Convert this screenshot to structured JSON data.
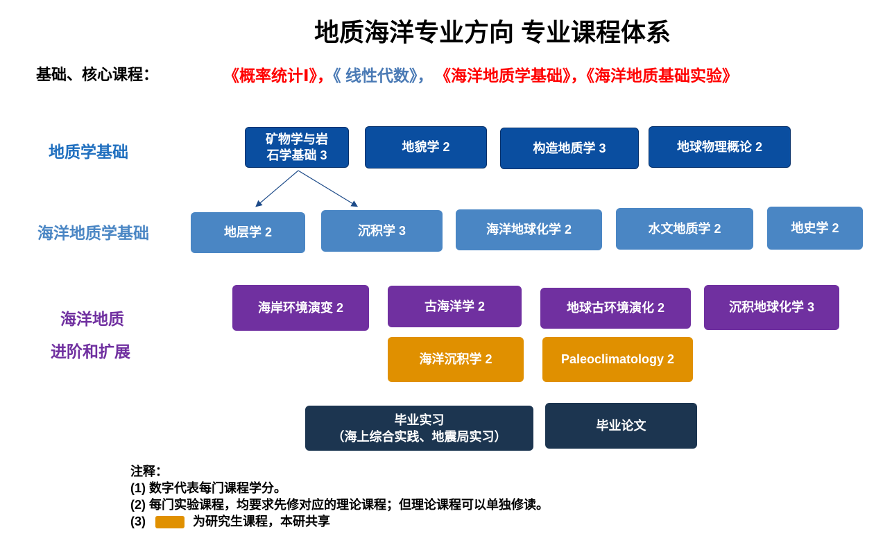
{
  "title": "地质海洋专业方向 专业课程体系",
  "core": {
    "label": "基础、核心课程：",
    "c1": "《概率统计Ⅰ》，",
    "c2": "《 线性代数》，",
    "c3": "《海洋地质学基础》，",
    "c4": "《海洋地质基础实验》"
  },
  "rows": {
    "geology": "地质学基础",
    "marine": "海洋地质学基础",
    "adv1": "海洋地质",
    "adv2": "进阶和扩展"
  },
  "courses": {
    "g1": "矿物学与岩\n石学基础 3",
    "g2": "地貌学 2",
    "g3": "构造地质学 3",
    "g4": "地球物理概论 2",
    "m1": "地层学 2",
    "m2": "沉积学 3",
    "m3": "海洋地球化学 2",
    "m4": "水文地质学 2",
    "m5": "地史学 2",
    "a1": "海岸环境演变 2",
    "a2": "古海洋学 2",
    "a3": "地球古环境演化 2",
    "a4": "沉积地球化学 3",
    "p1": "海洋沉积学 2",
    "p2": "Paleoclimatology 2",
    "f1": "毕业实习\n（海上综合实践、地震局实习）",
    "f2": "毕业论文"
  },
  "notes": {
    "head": "注释：",
    "n1": "(1) 数字代表每门课程学分。",
    "n2": "(2) 每门实验课程，均要求先修对应的理论课程；但理论课程可以单独修读。",
    "n3_prefix": "(3)",
    "n3_text": "为研究生课程，本研共享"
  },
  "colors": {
    "dark_blue": "#0a4ea0",
    "mid_blue": "#4a86c4",
    "purple": "#7030a0",
    "orange": "#e09000",
    "navy": "#1c3550",
    "red": "#ff0000"
  }
}
